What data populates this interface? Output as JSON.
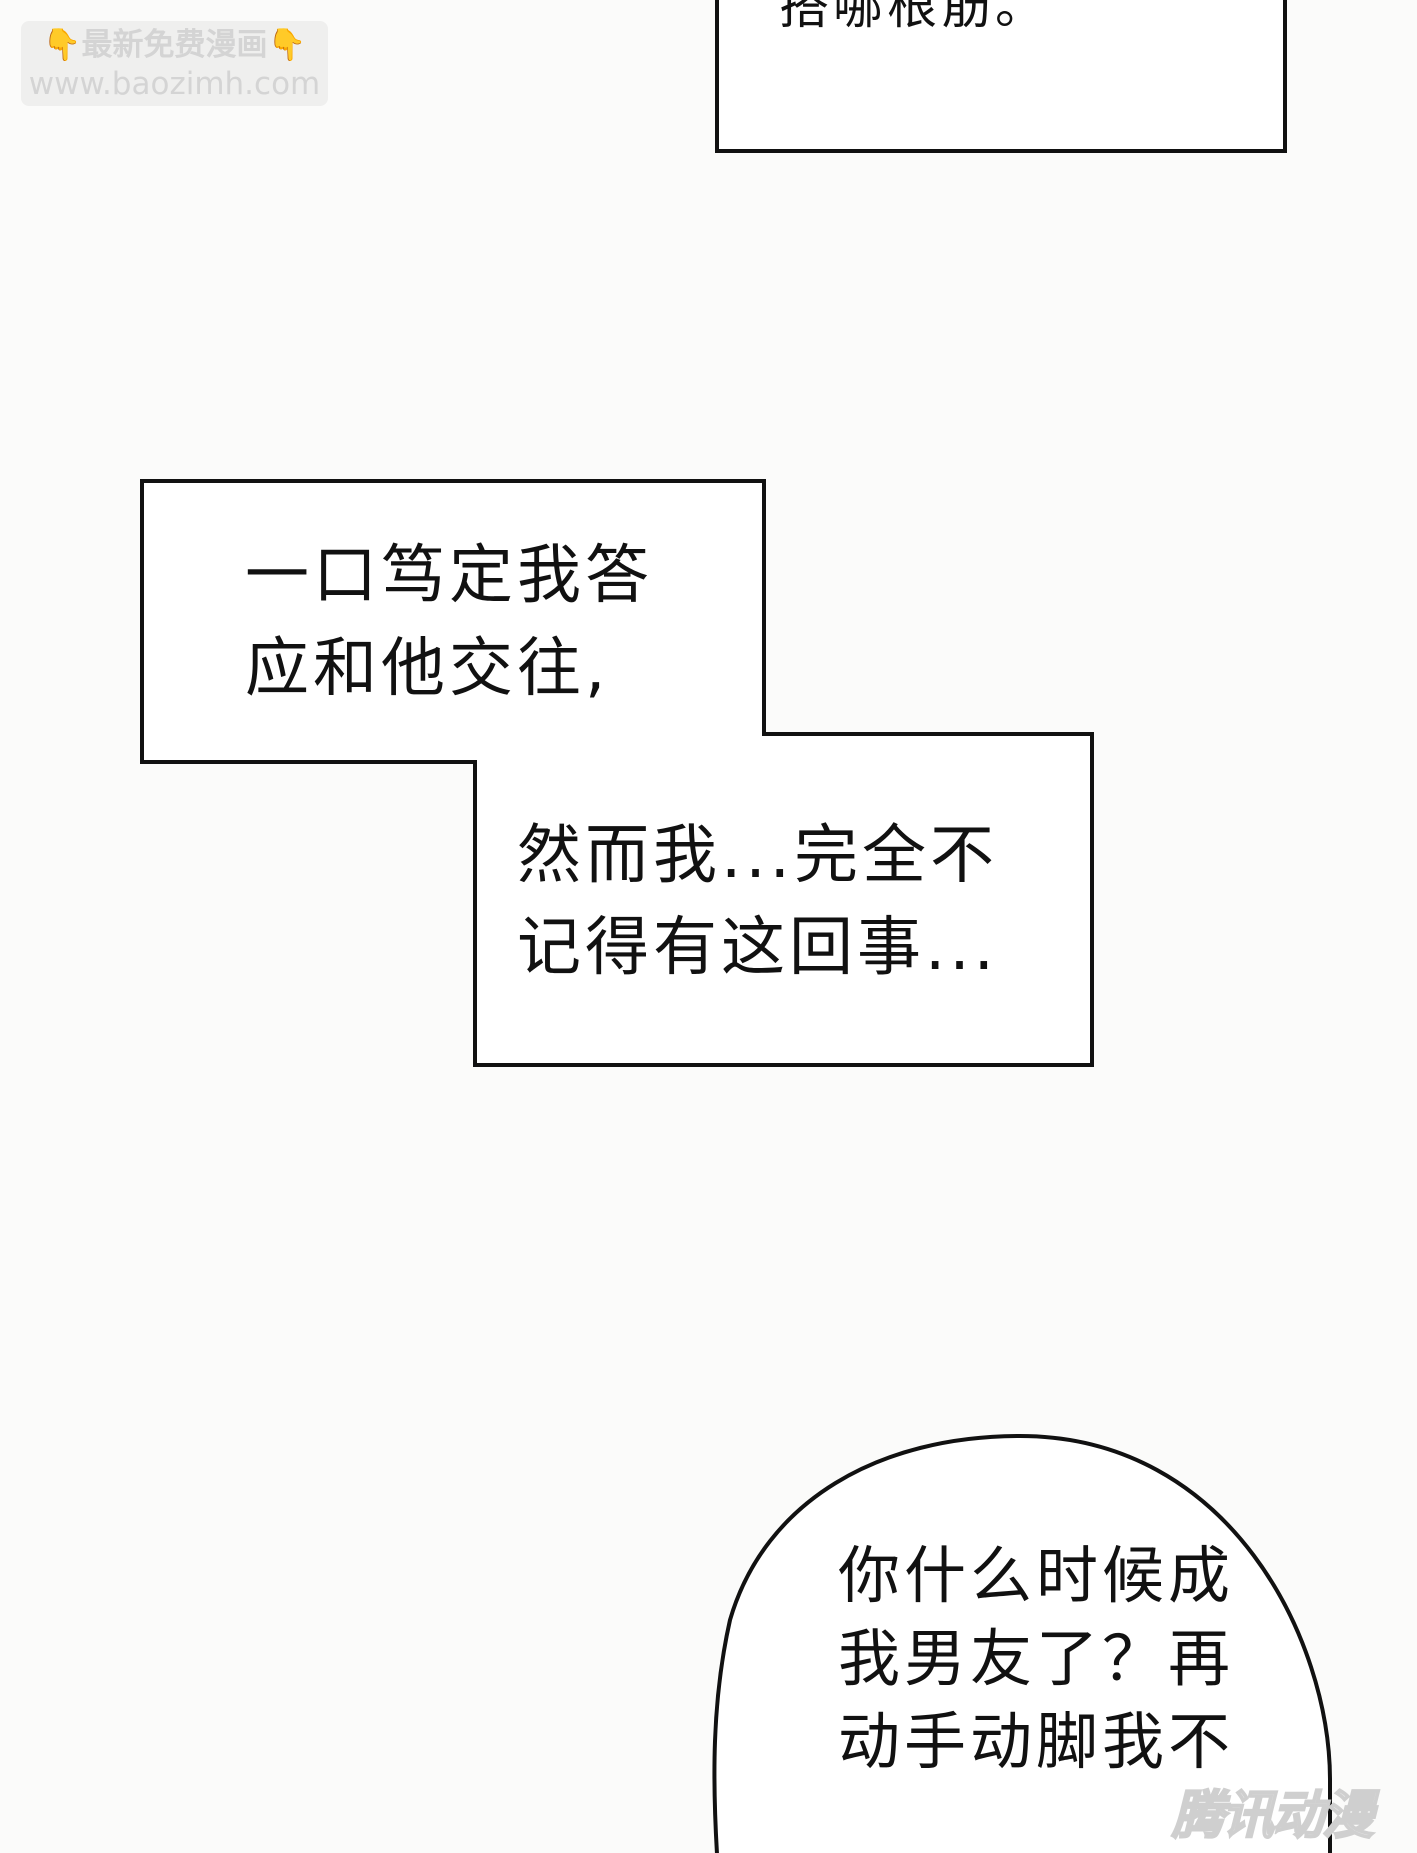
{
  "watermark": {
    "line1": "👇最新免费漫画👇",
    "line2": "www.baozimh.com"
  },
  "bubbles": {
    "top_box": {
      "text": "搭哪根筋。"
    },
    "step_box": {
      "upper_line1": "一口笃定我答",
      "upper_line2": "应和他交往,",
      "lower_line1": "然而我...完全不",
      "lower_line2": "记得有这回事..."
    },
    "speech": {
      "line1": "你什么时候成",
      "line2": "我男友了？再",
      "line3": "动手动脚我不"
    }
  },
  "corner_watermark": "腾讯动漫",
  "colors": {
    "background": "#fbfbfa",
    "ink": "#111111"
  }
}
